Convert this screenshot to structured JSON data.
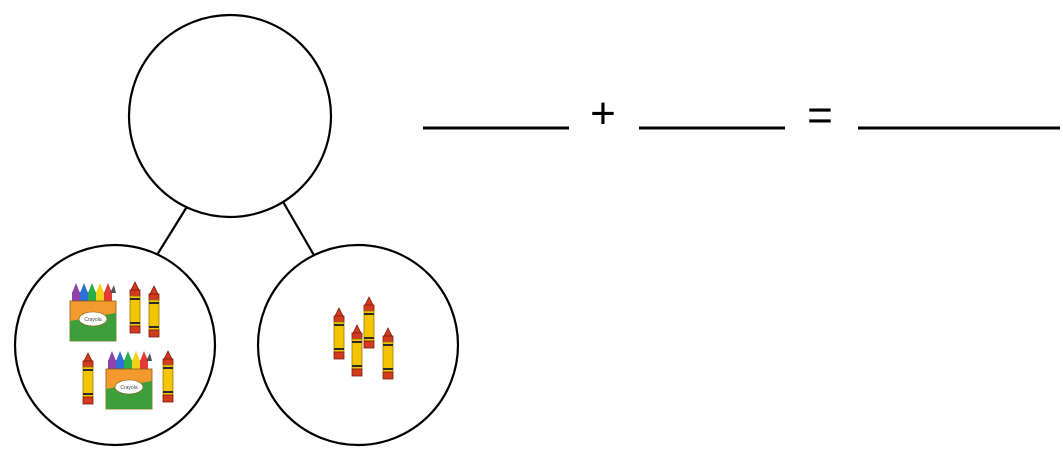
{
  "diagram": {
    "type": "number-bond",
    "whole": {
      "value": "",
      "content": "empty"
    },
    "part_left": {
      "content": "crayons",
      "crayon_boxes": 2,
      "loose_crayons": 4,
      "box_label": "Crayola"
    },
    "part_right": {
      "content": "crayons",
      "crayon_boxes": 0,
      "loose_crayons": 4
    }
  },
  "equation": {
    "blank_1": "",
    "plus_sign": "+",
    "blank_2": "",
    "equals_sign": "=",
    "blank_3": ""
  },
  "colors": {
    "outline": "#000000",
    "crayon_yellow": "#F3C400",
    "crayon_tip_red": "#D33A1E",
    "box_orange": "#F29A2E",
    "box_green": "#3E9F3A"
  },
  "icons": {
    "crayon": "crayon-icon",
    "crayon_box": "crayon-box-icon"
  }
}
